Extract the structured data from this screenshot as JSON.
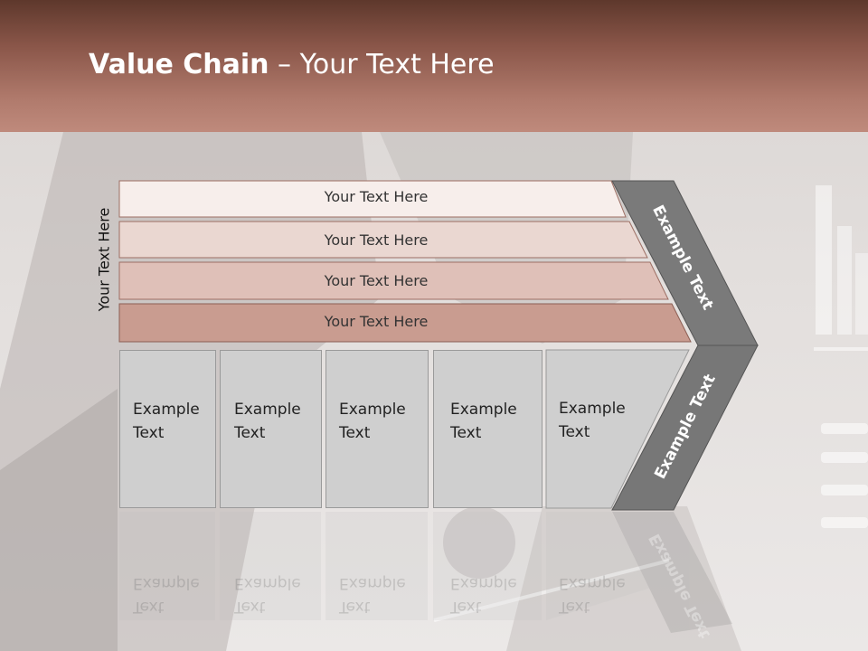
{
  "slide": {
    "title_bold": "Value Chain",
    "title_rest": " – Your Text Here",
    "vertical_label": "Your Text Here",
    "bands": [
      {
        "label": "Your Text Here"
      },
      {
        "label": "Your Text Here"
      },
      {
        "label": "Your Text Here"
      },
      {
        "label": "Your Text Here"
      }
    ],
    "boxes": [
      {
        "line1": "Example",
        "line2": "Text"
      },
      {
        "line1": "Example",
        "line2": "Text"
      },
      {
        "line1": "Example",
        "line2": "Text"
      },
      {
        "line1": "Example",
        "line2": "Text"
      },
      {
        "line1": "Example",
        "line2": "Text"
      }
    ],
    "chevron_top_label": "Example Text",
    "chevron_bottom_label": "Example Text"
  }
}
